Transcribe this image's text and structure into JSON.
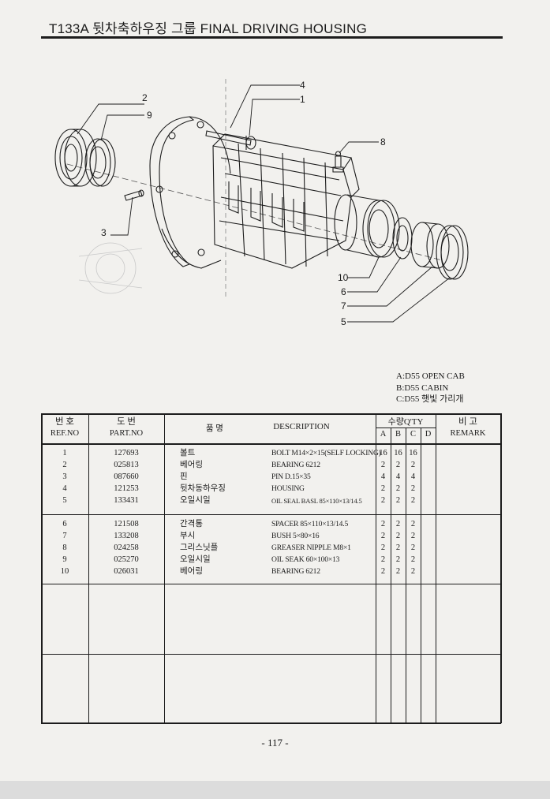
{
  "header": {
    "title": "T133A 뒷차축하우징 그룹 FINAL DRIVING HOUSING"
  },
  "diagram": {
    "callouts": [
      "2",
      "9",
      "4",
      "1",
      "8",
      "3",
      "10",
      "6",
      "7",
      "5"
    ]
  },
  "model_codes": [
    "A:D55 OPEN CAB",
    "B:D55 CABIN",
    "C:D55 햇빛 가리개"
  ],
  "table": {
    "headers": {
      "ref_ko": "번 호",
      "ref_en": "REF.NO",
      "part_ko": "도 번",
      "part_en": "PART.NO",
      "name_ko": "품 명",
      "description": "DESCRIPTION",
      "qty": "수량Q'TY",
      "qty_a": "A",
      "qty_b": "B",
      "qty_c": "C",
      "qty_d": "D",
      "remark_ko": "비 고",
      "remark_en": "REMARK"
    },
    "rows": [
      {
        "ref": "1",
        "part": "127693",
        "name_ko": "볼트",
        "desc": "BOLT M14×2×15(SELF LOCKING)",
        "a": "16",
        "b": "16",
        "c": "16",
        "d": ""
      },
      {
        "ref": "2",
        "part": "025813",
        "name_ko": "베어링",
        "desc": "BEARING 6212",
        "a": "2",
        "b": "2",
        "c": "2",
        "d": ""
      },
      {
        "ref": "3",
        "part": "087660",
        "name_ko": "핀",
        "desc": "PIN D.15×35",
        "a": "4",
        "b": "4",
        "c": "4",
        "d": ""
      },
      {
        "ref": "4",
        "part": "121253",
        "name_ko": "뒷차동하우징",
        "desc": "HOUSING",
        "a": "2",
        "b": "2",
        "c": "2",
        "d": ""
      },
      {
        "ref": "5",
        "part": "133431",
        "name_ko": "오일시일",
        "desc": "OIL SEAL BASL 85×110×13/14.5",
        "a": "2",
        "b": "2",
        "c": "2",
        "d": ""
      },
      {
        "ref": "6",
        "part": "121508",
        "name_ko": "간격통",
        "desc": "SPACER 85×110×13/14.5",
        "a": "2",
        "b": "2",
        "c": "2",
        "d": ""
      },
      {
        "ref": "7",
        "part": "133208",
        "name_ko": "부시",
        "desc": "BUSH 5×80×16",
        "a": "2",
        "b": "2",
        "c": "2",
        "d": ""
      },
      {
        "ref": "8",
        "part": "024258",
        "name_ko": "그리스닛플",
        "desc": "GREASER NIPPLE M8×1",
        "a": "2",
        "b": "2",
        "c": "2",
        "d": ""
      },
      {
        "ref": "9",
        "part": "025270",
        "name_ko": "오일시일",
        "desc": "OIL SEAK 60×100×13",
        "a": "2",
        "b": "2",
        "c": "2",
        "d": ""
      },
      {
        "ref": "10",
        "part": "026031",
        "name_ko": "베어링",
        "desc": "BEARING 6212",
        "a": "2",
        "b": "2",
        "c": "2",
        "d": ""
      }
    ]
  },
  "footer": {
    "page_number": "- 117 -"
  }
}
